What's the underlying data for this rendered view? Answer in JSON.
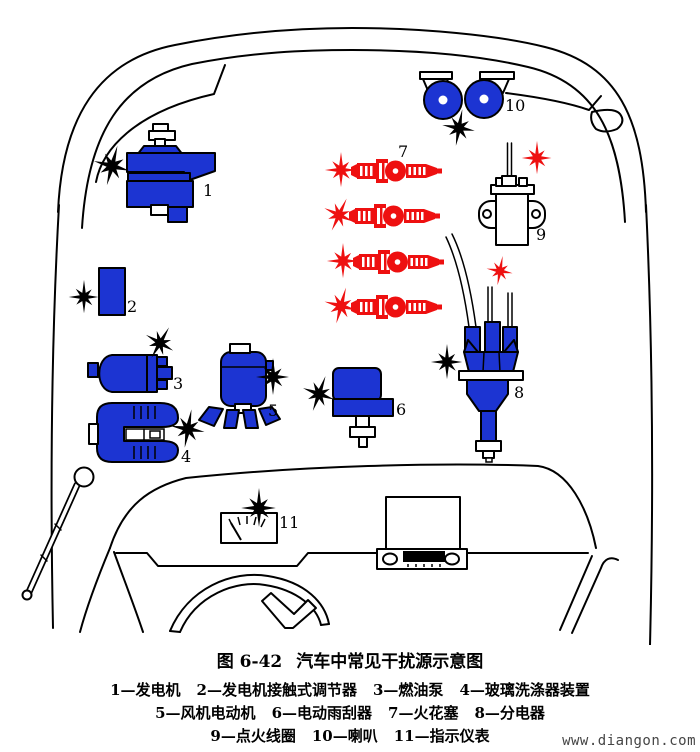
{
  "figure": {
    "label": "图 6-42",
    "title": "汽车中常见干扰源示意图"
  },
  "separator": "—",
  "components": {
    "c1": {
      "num": "1",
      "name": "发电机"
    },
    "c2": {
      "num": "2",
      "name": "发电机接触式调节器"
    },
    "c3": {
      "num": "3",
      "name": "燃油泵"
    },
    "c4": {
      "num": "4",
      "name": "玻璃洗涤器装置"
    },
    "c5": {
      "num": "5",
      "name": "风机电动机"
    },
    "c6": {
      "num": "6",
      "name": "电动雨刮器"
    },
    "c7": {
      "num": "7",
      "name": "火花塞"
    },
    "c8": {
      "num": "8",
      "name": "分电器"
    },
    "c9": {
      "num": "9",
      "name": "点火线圈"
    },
    "c10": {
      "num": "10",
      "name": "喇叭"
    },
    "c11": {
      "num": "11",
      "name": "指示仪表"
    }
  },
  "legend": {
    "rows": [
      [
        "c1",
        "c2",
        "c3",
        "c4"
      ],
      [
        "c5",
        "c6",
        "c7",
        "c8"
      ],
      [
        "c9",
        "c10",
        "c11"
      ]
    ]
  },
  "watermark": "www.diangon.com",
  "colors": {
    "component_blue": "#1c34d2",
    "interference_red": "#ee1010",
    "outline_black": "#000000"
  }
}
